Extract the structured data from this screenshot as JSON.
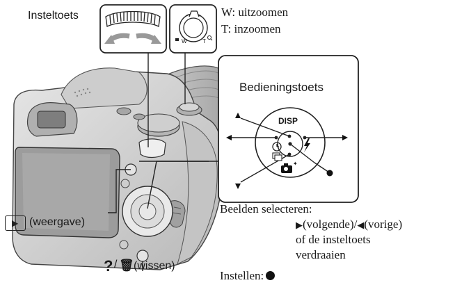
{
  "labels": {
    "setting_dial": "Insteltoets",
    "zoom_w": "W: uitzoomen",
    "zoom_t": "T: inzoomen",
    "control_button": "Bedieningstoets",
    "disp": "DISP",
    "playback": "(weergave)",
    "delete_q": "?",
    "delete": "(wissen)",
    "select_title": "Beelden selecteren:",
    "next": "(volgende)/",
    "prev": "(vorige)",
    "or_dial_1": "of de insteltoets",
    "or_dial_2": "verdraaien",
    "confirm": "Instellen:",
    "lever_w": "W",
    "lever_t": "T"
  },
  "colors": {
    "camera_body": "#d4d4d4",
    "camera_dark": "#9a9a9a",
    "line": "#1a1a1a"
  }
}
